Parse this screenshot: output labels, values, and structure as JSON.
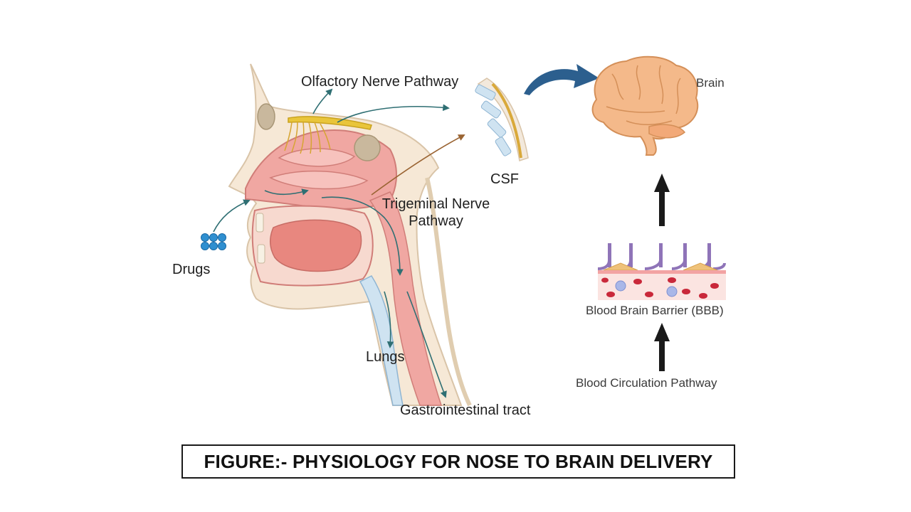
{
  "labels": {
    "olfactory": "Olfactory Nerve Pathway",
    "brain": "Brain",
    "csf": "CSF",
    "trigeminal_line1": "Trigeminal Nerve",
    "trigeminal_line2": "Pathway",
    "drugs": "Drugs",
    "lungs": "Lungs",
    "gi_tract": "Gastrointestinal tract",
    "bbb": "Blood Brain Barrier (BBB)",
    "blood_circulation": "Blood Circulation Pathway"
  },
  "caption": "FIGURE:- PHYSIOLOGY FOR NOSE TO BRAIN DELIVERY",
  "colors": {
    "pathway_arrow": "#2f6f73",
    "trigeminal_arrow": "#9a6433",
    "brain_arrow": "#2c5f8e",
    "bbb_arrow": "#1a1a1a",
    "tissue": "#f0a7a2",
    "brain": "#f4b98a",
    "bulb": "#e9c53a"
  }
}
